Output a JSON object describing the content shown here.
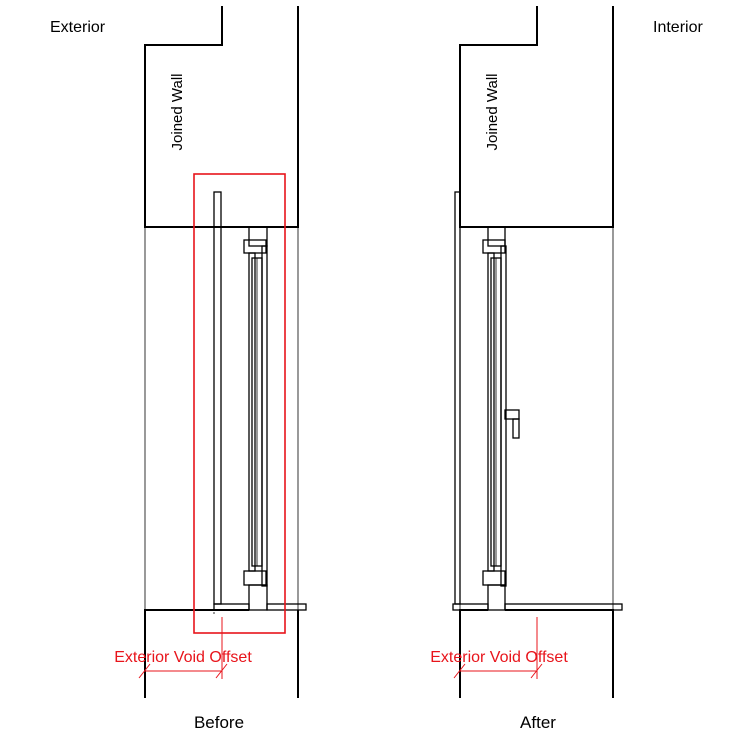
{
  "labels": {
    "exterior": "Exterior",
    "interior": "Interior",
    "joined_wall_before": "Joined Wall",
    "joined_wall_after": "Joined Wall",
    "offset_before": "Exterior Void Offset",
    "offset_after": "Exterior Void Offset",
    "caption_before": "Before",
    "caption_after": "After"
  },
  "colors": {
    "line": "#000000",
    "highlight": "#e8141b",
    "background": "#ffffff"
  }
}
